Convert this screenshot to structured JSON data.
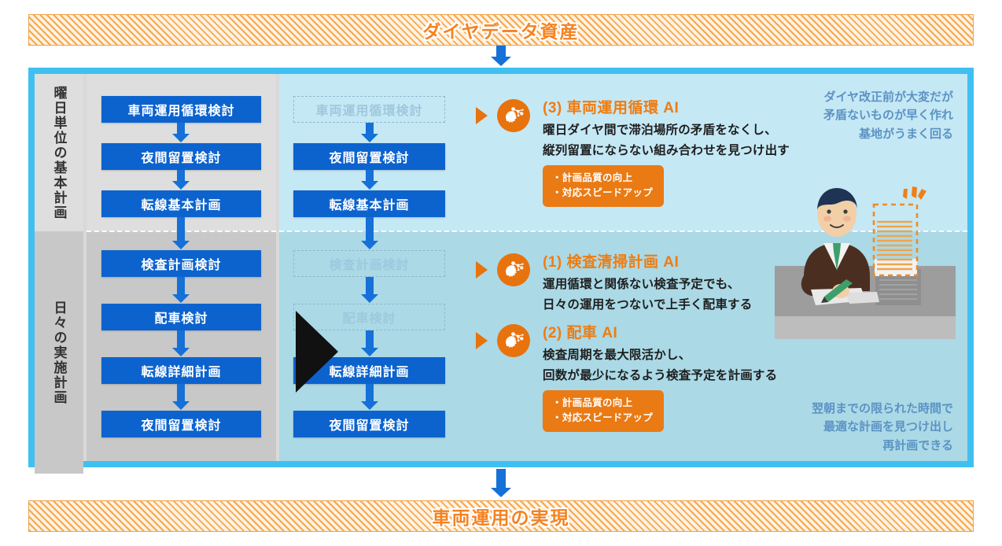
{
  "banners": {
    "top": "ダイヤデータ資産",
    "bottom": "車両運用の実現"
  },
  "colors": {
    "frame": "#40c0f0",
    "banner_accent": "#f58220",
    "box_blue": "#0c63ce",
    "arrow_blue": "#1570d8",
    "ai_orange": "#e8720c",
    "note_blue": "#5c93c4",
    "band_top_grey": "#dedede",
    "band_bottom_grey": "#c8c8c8",
    "band_top_cyan": "#c5e8f5",
    "band_bottom_cyan": "#abd9e6"
  },
  "side_labels": [
    {
      "name": "weekly-basic-plan",
      "text": "曜日単位の基本計画"
    },
    {
      "name": "daily-execution-plan",
      "text": "日々の実施計画"
    }
  ],
  "flow_current": {
    "caption": "current-process",
    "steps": [
      {
        "label": "車両運用循環検討",
        "state": "active"
      },
      {
        "label": "夜間留置検討",
        "state": "active"
      },
      {
        "label": "転線基本計画",
        "state": "active"
      },
      {
        "label": "検査計画検討",
        "state": "active"
      },
      {
        "label": "配車検討",
        "state": "active"
      },
      {
        "label": "転線詳細計画",
        "state": "active"
      },
      {
        "label": "夜間留置検討",
        "state": "active"
      }
    ]
  },
  "flow_ai": {
    "caption": "ai-assisted-process",
    "steps": [
      {
        "label": "車両運用循環検討",
        "state": "replaced"
      },
      {
        "label": "夜間留置検討",
        "state": "active"
      },
      {
        "label": "転線基本計画",
        "state": "active"
      },
      {
        "label": "検査計画検討",
        "state": "replaced"
      },
      {
        "label": "配車検討",
        "state": "replaced"
      },
      {
        "label": "転線詳細計画",
        "state": "active"
      },
      {
        "label": "夜間留置検討",
        "state": "active"
      }
    ]
  },
  "ai_callouts": [
    {
      "id": "ai-3",
      "number": "(3)",
      "title": "(3) 車両運用循環 AI",
      "lines": [
        "曜日ダイヤ間で滞泊場所の矛盾をなくし、",
        "縦列留置にならない組み合わせを見つけ出す"
      ],
      "benefits": [
        "・計画品質の向上",
        "・対応スピードアップ"
      ]
    },
    {
      "id": "ai-1",
      "number": "(1)",
      "title": "(1) 検査清掃計画 AI",
      "lines": [
        "運用循環と関係ない検査予定でも、",
        "日々の運用をつないで上手く配車する"
      ],
      "benefits": []
    },
    {
      "id": "ai-2",
      "number": "(2)",
      "title": "(2) 配車 AI",
      "lines": [
        "検査周期を最大限活かし、",
        "回数が最少になるよう検査予定を計画する"
      ],
      "benefits": [
        "・計画品質の向上",
        "・対応スピードアップ"
      ]
    }
  ],
  "notes": [
    {
      "id": "note-top",
      "lines": [
        "ダイヤ改正前が大変だが",
        "矛盾ないものが早く作れ",
        "基地がうまく回る"
      ]
    },
    {
      "id": "note-bottom",
      "lines": [
        "翌朝までの限られた時間で",
        "最適な計画を見つけ出し",
        "再計画できる"
      ]
    }
  ],
  "icons": {
    "ai_brain": "ai-brain-network-icon",
    "arrow_right": "triangle-right-icon",
    "arrow_down": "arrow-down-icon",
    "person": "businessman-with-documents-illustration"
  }
}
